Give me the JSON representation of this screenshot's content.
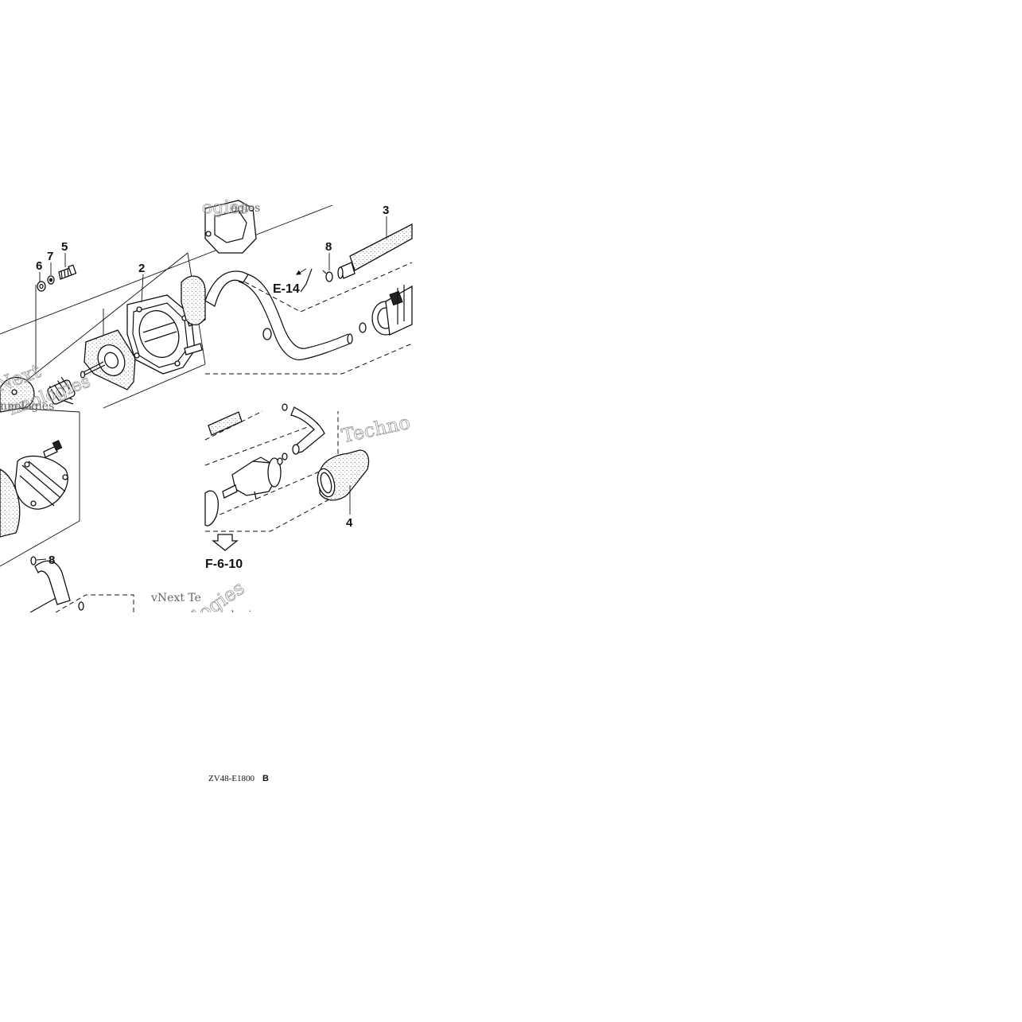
{
  "callouts": {
    "c2": "2",
    "c3": "3",
    "c4": "4",
    "c5": "5",
    "c6": "6",
    "c7": "7",
    "c8_top": "8",
    "c8_bottom": "8"
  },
  "references": {
    "e14": "E-14",
    "f610": "F-6-10"
  },
  "diagram_code": {
    "code": "ZV48-E1800",
    "suffix": "B"
  },
  "watermark": {
    "brand": "vNext Technologies",
    "fragment_top": "ogies",
    "fragment_left_a": "Next",
    "fragment_left_b": "nnologies",
    "fragment_right": "Techno",
    "fragment_bottom_a": "vNext Te",
    "fragment_bottom_b": "ologies"
  }
}
